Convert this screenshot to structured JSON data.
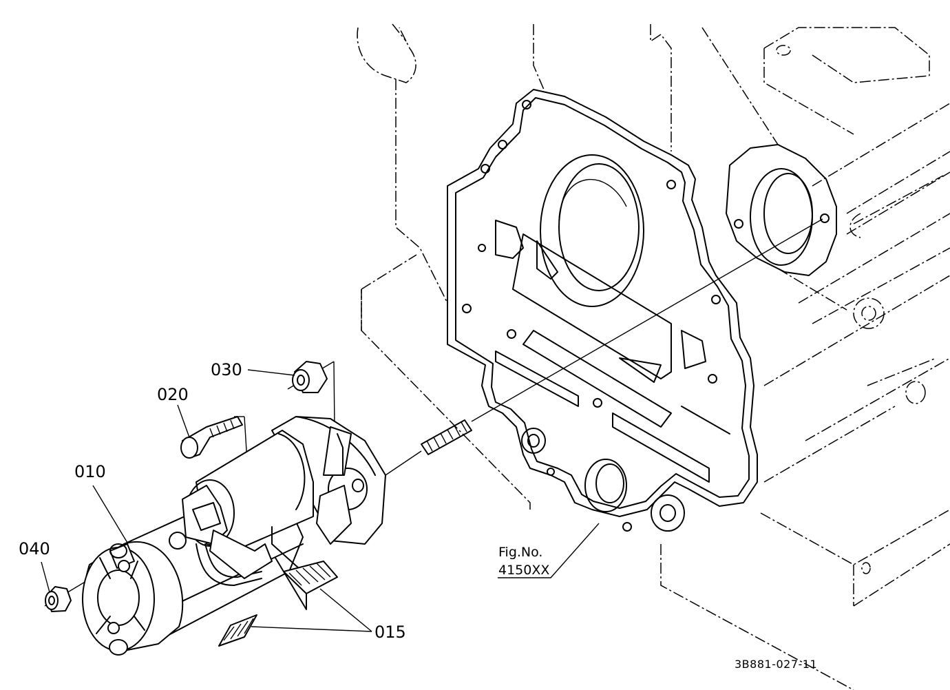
{
  "parts": {
    "p010": "010",
    "p015": "015",
    "p020": "020",
    "p030": "030",
    "p040": "040"
  },
  "figure_ref": {
    "label": "Fig.No.",
    "number": "4150XX"
  },
  "document_number": "3B881-027-11"
}
